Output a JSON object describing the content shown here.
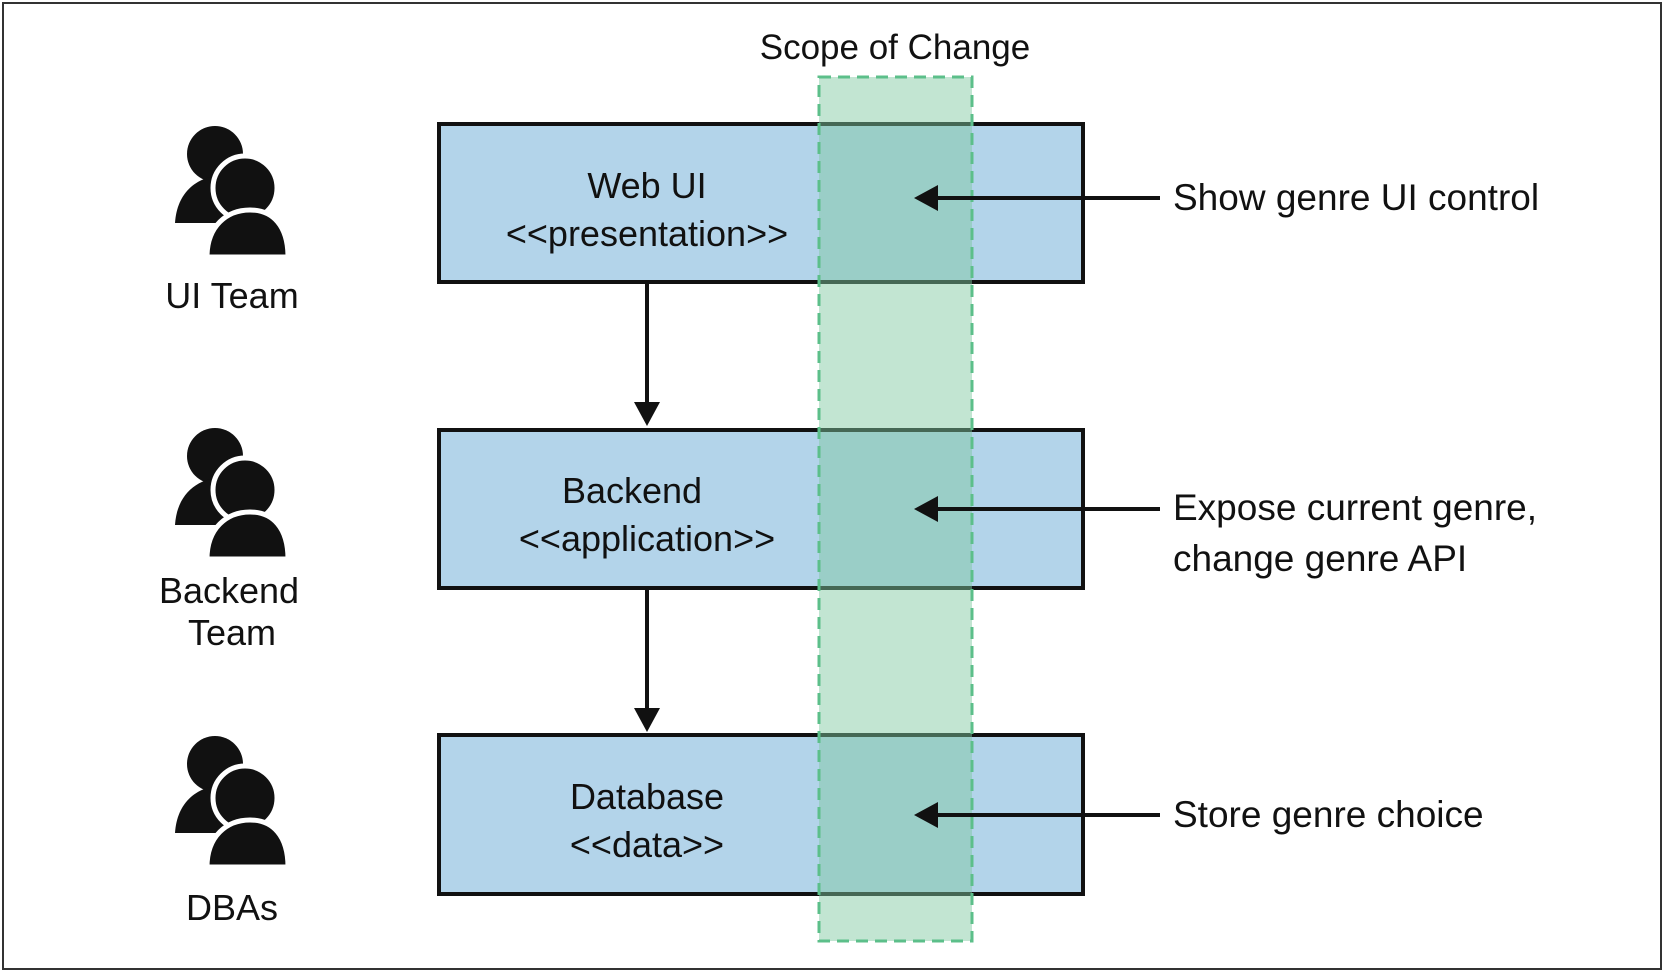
{
  "scope_of_change": {
    "label": "Scope of Change"
  },
  "teams": [
    {
      "name_lines": [
        "UI Team"
      ]
    },
    {
      "name_lines": [
        "Backend",
        "Team"
      ]
    },
    {
      "name_lines": [
        "DBAs"
      ]
    }
  ],
  "layers": [
    {
      "name": "Web UI",
      "stereotype": "<<presentation>>"
    },
    {
      "name": "Backend",
      "stereotype": "<<application>>"
    },
    {
      "name": "Database",
      "stereotype": "<<data>>"
    }
  ],
  "changes": [
    {
      "lines": [
        "Show genre UI control"
      ]
    },
    {
      "lines": [
        "Expose current genre,",
        "change genre API"
      ]
    },
    {
      "lines": [
        "Store genre choice"
      ]
    }
  ],
  "colors": {
    "layer_fill": "#b3d4ea",
    "scope_fill": "#7fc9a0",
    "scope_border": "#5cbf8a",
    "stroke": "#111111"
  }
}
